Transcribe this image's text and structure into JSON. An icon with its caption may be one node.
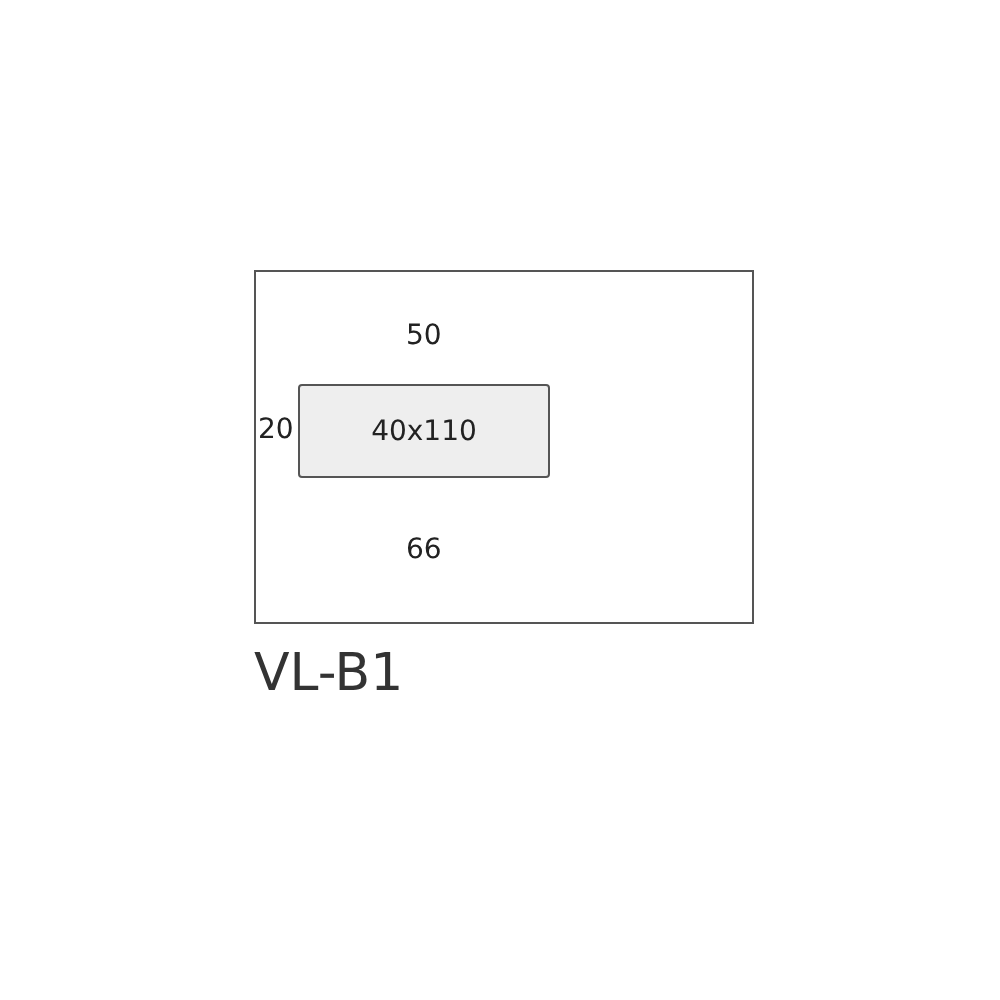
{
  "diagram": {
    "nodes": [
      {
        "text": [],
        "shape": "box",
        "beside": [
          "VL-B1"
        ]
      },
      {
        "text": [
          "40x110"
        ],
        "in": 0
      }
    ],
    "labels": [
      "50",
      "20",
      "66"
    ]
  }
}
